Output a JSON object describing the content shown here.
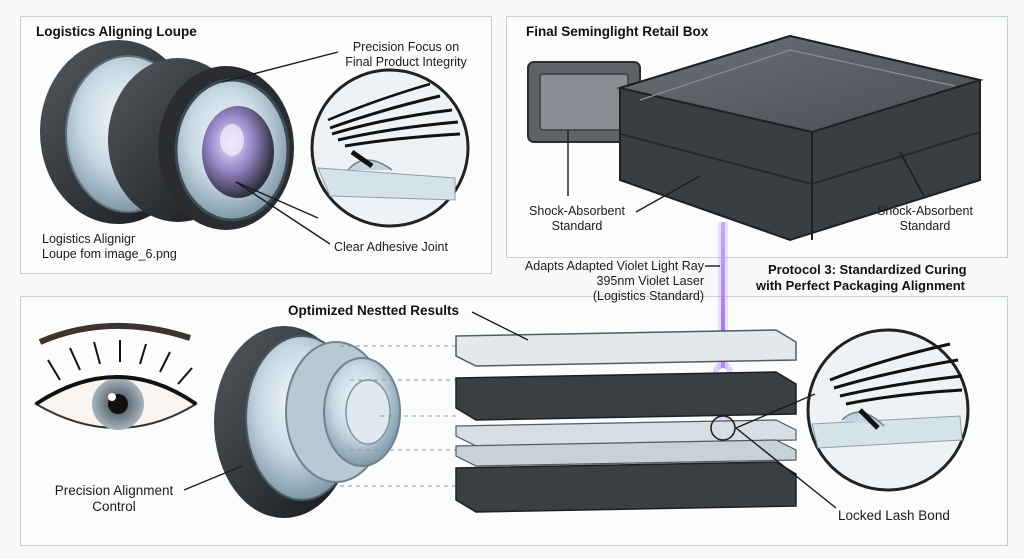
{
  "panels": {
    "top_left": {
      "title": "Logistics Aligning Loupe",
      "label_focus_1": "Precision Focus on",
      "label_focus_2": "Final Product Integrity",
      "label_source_1": "Logistics Alignigг",
      "label_source_2": "Loupe fom image_6.png",
      "label_joint": "Clear Adhesive Joint"
    },
    "top_right": {
      "title": "Final Seminglight Retail Box",
      "label_shock_left_1": "Shock-Absorbent",
      "label_shock_left_2": "Standard",
      "label_shock_right_1": "Shock-Absorbent",
      "label_shock_right_2": "Standard"
    },
    "middle": {
      "laser_1": "Adapts Adapted Violet Light Ray",
      "laser_2": "395nm Violet Laser",
      "laser_3": "(Logistics Standard)",
      "protocol_1": "Protocol 3: Standardized Curing",
      "protocol_2": "with Perfect Packaging Alignment"
    },
    "bottom": {
      "title": "Optimized Nestted Results",
      "label_precision_1": "Precision Alignment",
      "label_precision_2": "Control",
      "label_bond": "Locked Lash Bond"
    }
  },
  "colors": {
    "laser": "#9b5cf0",
    "box_dark": "#3a3d42",
    "lens_rim": "#2b2d30",
    "glass": "#cfe0ea"
  },
  "icons": [
    "loupe-lens-icon",
    "lash-closeup-icon",
    "retail-box-icon",
    "eye-icon",
    "stacked-layers-icon"
  ]
}
